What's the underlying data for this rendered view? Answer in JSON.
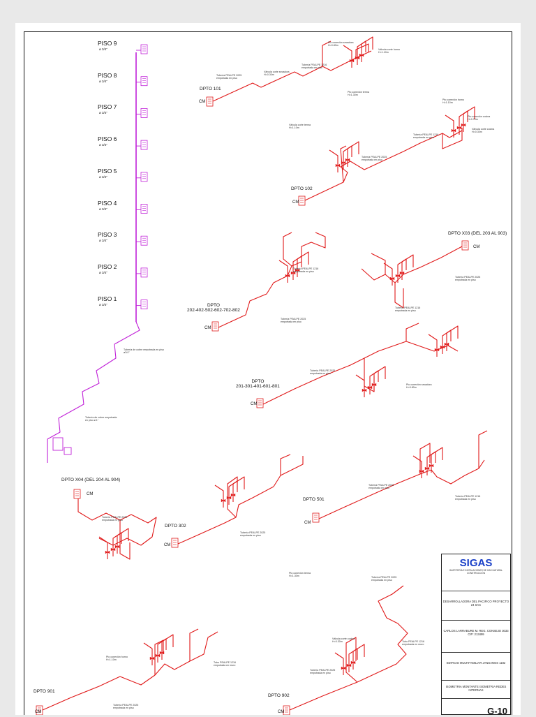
{
  "riser": {
    "floors": [
      {
        "label": "PISO 9",
        "diam": "ø   3/4\""
      },
      {
        "label": "PISO 8",
        "diam": "ø   3/4\""
      },
      {
        "label": "PISO 7",
        "diam": "ø   3/4\""
      },
      {
        "label": "PISO 6",
        "diam": "ø   3/4\""
      },
      {
        "label": "PISO 5",
        "diam": "ø   3/4\""
      },
      {
        "label": "PISO 4",
        "diam": "ø   3/4\""
      },
      {
        "label": "PISO 3",
        "diam": "ø   3/4\""
      },
      {
        "label": "PISO 2",
        "diam": "ø   3/4\""
      },
      {
        "label": "PISO 1",
        "diam": "ø   3/4\""
      }
    ],
    "notes": [
      "Tubería de cobre empotrada en piso  ø3/4\"",
      "Tubería de cobre empotrada en piso ø 1\""
    ]
  },
  "units": [
    {
      "name": "DPTO 101",
      "cm": "CM"
    },
    {
      "name": "DPTO 102",
      "cm": "CM"
    },
    {
      "name": "DPTO X03 (DEL 203 AL 903)",
      "cm": "CM"
    },
    {
      "name": "DPTO\n202-402-502-602-702-802",
      "cm": "CM"
    },
    {
      "name": "DPTO\n201-301-401-601-801",
      "cm": "CM"
    },
    {
      "name": "DPTO X04 (DEL 204 AL 904)",
      "cm": "CM"
    },
    {
      "name": "DPTO 302",
      "cm": "CM"
    },
    {
      "name": "DPTO 501",
      "cm": "CM"
    },
    {
      "name": "DPTO 901",
      "cm": "CM"
    },
    {
      "name": "DPTO 902",
      "cm": "CM"
    }
  ],
  "annotations": {
    "pipe_2025": "Tubería PEALPE 2025 empotrada en piso",
    "pipe_1216": "Tubería PEALPE 1216 empotrada en piso",
    "pipe_muro": "Tubo PEALPE 1216 empotrada en muro",
    "valve_secadora": "Válvula corte secadora H=0.30m",
    "valve_terma": "Válvula corte terma H=1.10m",
    "valve_cocina": "Válvula corte cocina H=0.30m",
    "valve_horno": "Válvula corte horno H=1.10m",
    "pto_secadora": "Pto conexión secadora H=0.80m",
    "pto_terma": "Pto conexión terma H=1.30m",
    "pto_cocina": "Pto conexión cocina H=0.70m",
    "pto_horno": "Pto conexión horno H=1.10m"
  },
  "title_block": {
    "logo": "SIGAS",
    "logo_sub": "GASFITERÍA E INSTALACIONES DE GAS NATURAL CONSTRUCCIÓN",
    "client": "DESARROLLADORA DEL PACIFICO PROYECTO 24 SAC",
    "engineer": "CARLOS LARRABURE M. REG. CONSEJO 3033 CIP: 213499",
    "project": "EDIFICIO MULTIFAMILIAR JANSANOS 1182",
    "drawing": "ISOMETRIA MONTANTE ISOMETRIA REDES INTERNAS",
    "sheet_code": "G-10"
  },
  "colors": {
    "riser": "#c020d8",
    "network": "#e01818",
    "logo": "#1a40c8"
  }
}
